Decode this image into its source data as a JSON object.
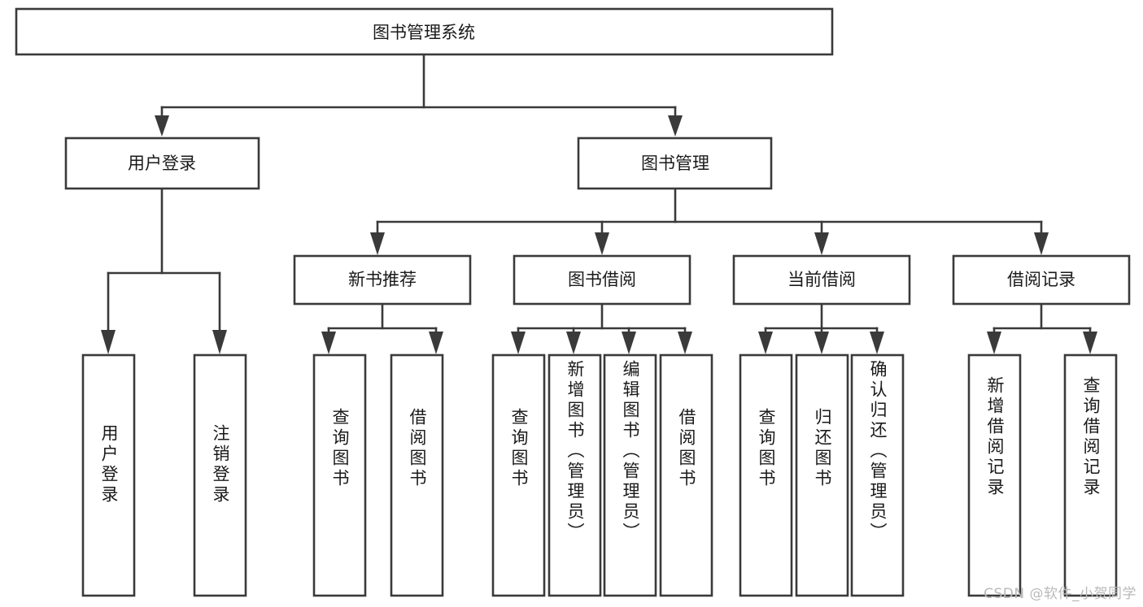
{
  "diagram": {
    "type": "tree-hierarchy-chart",
    "title": "图书管理系统",
    "orientation": "top-down",
    "colors": {
      "box_stroke": "#3a3a3a",
      "box_fill": "#ffffff",
      "connector": "#3a3a3a",
      "text": "#1a1a1a",
      "background": "#ffffff",
      "watermark": "#b9b9b9"
    },
    "root": {
      "label": "图书管理系统",
      "level": 0
    },
    "level1": [
      {
        "label": "用户登录",
        "level": 1
      },
      {
        "label": "图书管理",
        "level": 1
      }
    ],
    "level2": [
      {
        "label": "新书推荐",
        "level": 2,
        "parent": "图书管理"
      },
      {
        "label": "图书借阅",
        "level": 2,
        "parent": "图书管理"
      },
      {
        "label": "当前借阅",
        "level": 2,
        "parent": "图书管理"
      },
      {
        "label": "借阅记录",
        "level": 2,
        "parent": "图书管理"
      }
    ],
    "leaves": [
      {
        "label": "用户登录",
        "parent": "用户登录",
        "group": "user-login"
      },
      {
        "label": "注销登录",
        "parent": "用户登录",
        "group": "user-login"
      },
      {
        "label": "查询图书",
        "parent": "新书推荐",
        "group": "new-book-recommend"
      },
      {
        "label": "借阅图书",
        "parent": "新书推荐",
        "group": "new-book-recommend"
      },
      {
        "label": "查询图书",
        "parent": "图书借阅",
        "group": "book-borrow"
      },
      {
        "label": "新增图书（管理员）",
        "parent": "图书借阅",
        "group": "book-borrow"
      },
      {
        "label": "编辑图书（管理员）",
        "parent": "图书借阅",
        "group": "book-borrow"
      },
      {
        "label": "借阅图书",
        "parent": "图书借阅",
        "group": "book-borrow"
      },
      {
        "label": "查询图书",
        "parent": "当前借阅",
        "group": "current-borrow"
      },
      {
        "label": "归还图书",
        "parent": "当前借阅",
        "group": "current-borrow"
      },
      {
        "label": "确认归还（管理员）",
        "parent": "当前借阅",
        "group": "current-borrow"
      },
      {
        "label": "新增借阅记录",
        "parent": "借阅记录",
        "group": "borrow-record"
      },
      {
        "label": "查询借阅记录",
        "parent": "借阅记录",
        "group": "borrow-record"
      }
    ]
  },
  "watermark": {
    "text": "CSDN @软件_小贺同学"
  }
}
